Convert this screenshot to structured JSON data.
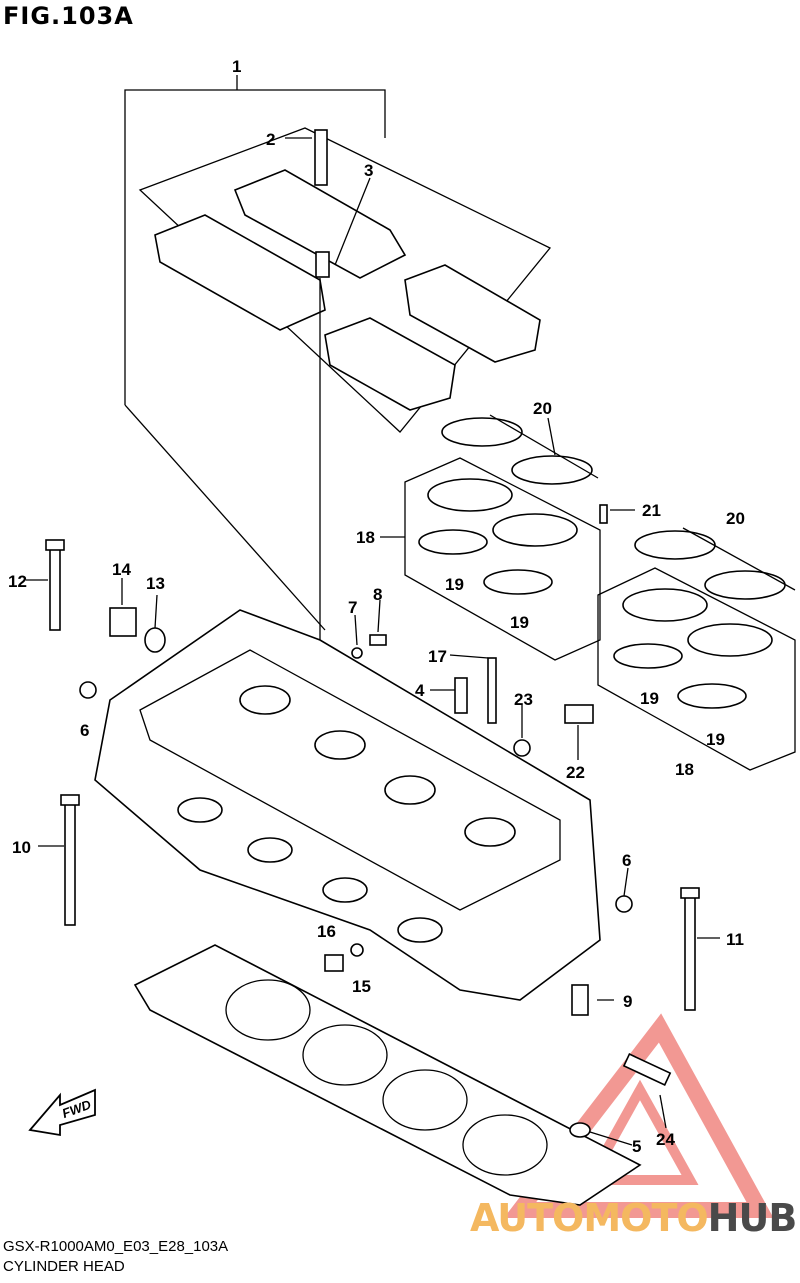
{
  "figure": {
    "title": "FIG.103A",
    "footer_code": "GSX-R1000AM0_E03_E28_103A",
    "footer_name": "CYLINDER HEAD"
  },
  "labels": [
    "1",
    "2",
    "3",
    "20",
    "21",
    "20",
    "18",
    "19",
    "19",
    "19",
    "19",
    "18",
    "12",
    "14",
    "13",
    "7",
    "8",
    "17",
    "4",
    "23",
    "22",
    "6",
    "10",
    "6",
    "11",
    "16",
    "15",
    "9",
    "24",
    "5"
  ],
  "fwd_label": "FWD",
  "watermark": {
    "part1": "AUTOMOTO",
    "part2": "HUB",
    "color_main": "#f4b860",
    "color_dark": "#4a4a4a",
    "triangle_color": "#e8453c"
  }
}
